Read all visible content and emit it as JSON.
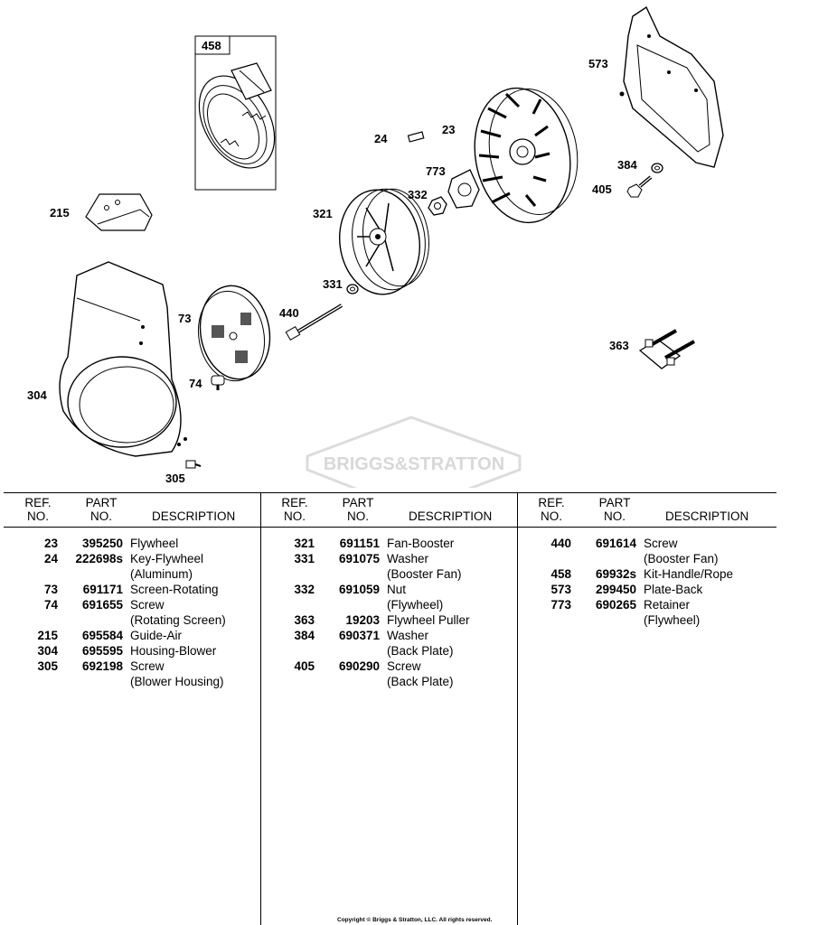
{
  "callouts": {
    "c458": "458",
    "c24": "24",
    "c23": "23",
    "c573": "573",
    "c773": "773",
    "c332": "332",
    "c321": "321",
    "c384": "384",
    "c405": "405",
    "c215": "215",
    "c331": "331",
    "c440": "440",
    "c73": "73",
    "c363": "363",
    "c74": "74",
    "c304": "304",
    "c305": "305"
  },
  "watermark": "BRIGGS&STRATTON",
  "colors": {
    "line": "#000000",
    "watermark": "#d8d8d8"
  },
  "table": {
    "headers": {
      "ref": "REF.\nNO.",
      "part": "PART\nNO.",
      "desc": "DESCRIPTION"
    },
    "columns": [
      [
        {
          "ref": "23",
          "part": "395250",
          "desc": "Flywheel"
        },
        {
          "ref": "24",
          "part": "222698s",
          "desc": "Key-Flywheel\n(Aluminum)"
        },
        {
          "ref": "73",
          "part": "691171",
          "desc": "Screen-Rotating"
        },
        {
          "ref": "74",
          "part": "691655",
          "desc": "Screw\n(Rotating Screen)"
        },
        {
          "ref": "215",
          "part": "695584",
          "desc": "Guide-Air"
        },
        {
          "ref": "304",
          "part": "695595",
          "desc": "Housing-Blower"
        },
        {
          "ref": "305",
          "part": "692198",
          "desc": "Screw\n(Blower Housing)"
        }
      ],
      [
        {
          "ref": "321",
          "part": "691151",
          "desc": "Fan-Booster"
        },
        {
          "ref": "331",
          "part": "691075",
          "desc": "Washer\n(Booster Fan)"
        },
        {
          "ref": "332",
          "part": "691059",
          "desc": "Nut\n(Flywheel)"
        },
        {
          "ref": "363",
          "part": "19203",
          "desc": "Flywheel Puller"
        },
        {
          "ref": "384",
          "part": "690371",
          "desc": "Washer\n(Back Plate)"
        },
        {
          "ref": "405",
          "part": "690290",
          "desc": "Screw\n(Back Plate)"
        }
      ],
      [
        {
          "ref": "440",
          "part": "691614",
          "desc": "Screw\n(Booster Fan)"
        },
        {
          "ref": "458",
          "part": "69932s",
          "desc": "Kit-Handle/Rope"
        },
        {
          "ref": "573",
          "part": "299450",
          "desc": "Plate-Back"
        },
        {
          "ref": "773",
          "part": "690265",
          "desc": "Retainer\n(Flywheel)"
        }
      ]
    ]
  },
  "copyright": "Copyright © Briggs & Stratton, LLC. All rights reserved."
}
